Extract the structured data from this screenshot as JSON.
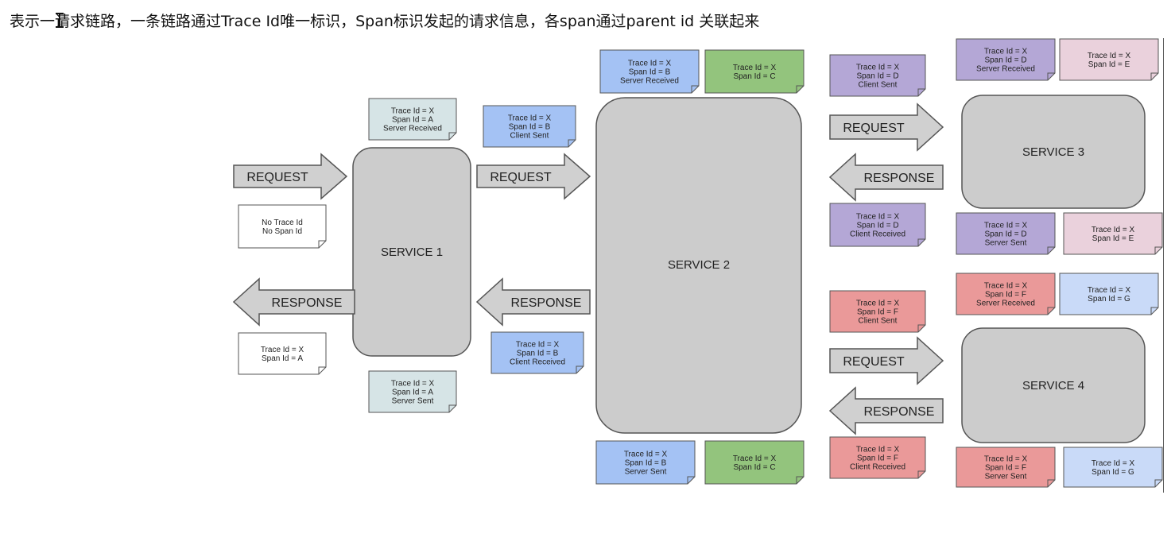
{
  "heading": "表示一请求链路，一条链路通过Trace Id唯一标识，Span标识发起的请求信息，各span通过parent id 关联起来",
  "colors": {
    "service_fill": "#cccccc",
    "arrow_fill": "#d0d0d0",
    "note_teal": "#d6e4e6",
    "note_blue": "#a4c2f4",
    "note_green": "#93c47d",
    "note_purple": "#b4a7d6",
    "note_pink": "#ead1dc",
    "note_red": "#ea9999",
    "note_lightblue": "#c9daf8",
    "note_white": "#ffffff"
  },
  "services": [
    {
      "id": "svc1",
      "label": "SERVICE 1"
    },
    {
      "id": "svc2",
      "label": "SERVICE 2"
    },
    {
      "id": "svc3",
      "label": "SERVICE 3"
    },
    {
      "id": "svc4",
      "label": "SERVICE 4"
    }
  ],
  "arrows": [
    {
      "id": "a1",
      "label": "REQUEST"
    },
    {
      "id": "a2",
      "label": "RESPONSE"
    },
    {
      "id": "a3",
      "label": "REQUEST"
    },
    {
      "id": "a4",
      "label": "RESPONSE"
    },
    {
      "id": "a5",
      "label": "REQUEST"
    },
    {
      "id": "a6",
      "label": "RESPONSE"
    },
    {
      "id": "a7",
      "label": "REQUEST"
    },
    {
      "id": "a8",
      "label": "RESPONSE"
    }
  ],
  "notes": [
    {
      "id": "n1",
      "lines": [
        "No Trace Id",
        "No Span Id"
      ]
    },
    {
      "id": "n2",
      "lines": [
        "Trace Id = X",
        "Span Id = A"
      ]
    },
    {
      "id": "n3",
      "lines": [
        "Trace Id = X",
        "Span Id = A",
        "Server Received"
      ]
    },
    {
      "id": "n4",
      "lines": [
        "Trace Id = X",
        "Span Id = A",
        "Server Sent"
      ]
    },
    {
      "id": "n5",
      "lines": [
        "Trace Id = X",
        "Span Id = B",
        "Client Sent"
      ]
    },
    {
      "id": "n6",
      "lines": [
        "Trace Id = X",
        "Span Id = B",
        "Client Received"
      ]
    },
    {
      "id": "n7",
      "lines": [
        "Trace Id = X",
        "Span Id = B",
        "Server Received"
      ]
    },
    {
      "id": "n8",
      "lines": [
        "Trace Id = X",
        "Span Id = C"
      ]
    },
    {
      "id": "n9",
      "lines": [
        "Trace Id = X",
        "Span Id = B",
        "Server Sent"
      ]
    },
    {
      "id": "n10",
      "lines": [
        "Trace Id = X",
        "Span Id = C"
      ]
    },
    {
      "id": "n11",
      "lines": [
        "Trace Id = X",
        "Span Id = D",
        "Client Sent"
      ]
    },
    {
      "id": "n12",
      "lines": [
        "Trace Id = X",
        "Span Id = D",
        "Client Received"
      ]
    },
    {
      "id": "n13",
      "lines": [
        "Trace Id = X",
        "Span Id = D",
        "Server Received"
      ]
    },
    {
      "id": "n14",
      "lines": [
        "Trace Id = X",
        "Span Id = E"
      ]
    },
    {
      "id": "n15",
      "lines": [
        "Trace Id = X",
        "Span Id = D",
        "Server Sent"
      ]
    },
    {
      "id": "n16",
      "lines": [
        "Trace Id = X",
        "Span Id = E"
      ]
    },
    {
      "id": "n17",
      "lines": [
        "Trace Id = X",
        "Span Id = F",
        "Client Sent"
      ]
    },
    {
      "id": "n18",
      "lines": [
        "Trace Id = X",
        "Span Id = F",
        "Client Received"
      ]
    },
    {
      "id": "n19",
      "lines": [
        "Trace Id = X",
        "Span Id = F",
        "Server Received"
      ]
    },
    {
      "id": "n20",
      "lines": [
        "Trace Id = X",
        "Span Id = G"
      ]
    },
    {
      "id": "n21",
      "lines": [
        "Trace Id = X",
        "Span Id = F",
        "Server Sent"
      ]
    },
    {
      "id": "n22",
      "lines": [
        "Trace Id = X",
        "Span Id = G"
      ]
    }
  ]
}
